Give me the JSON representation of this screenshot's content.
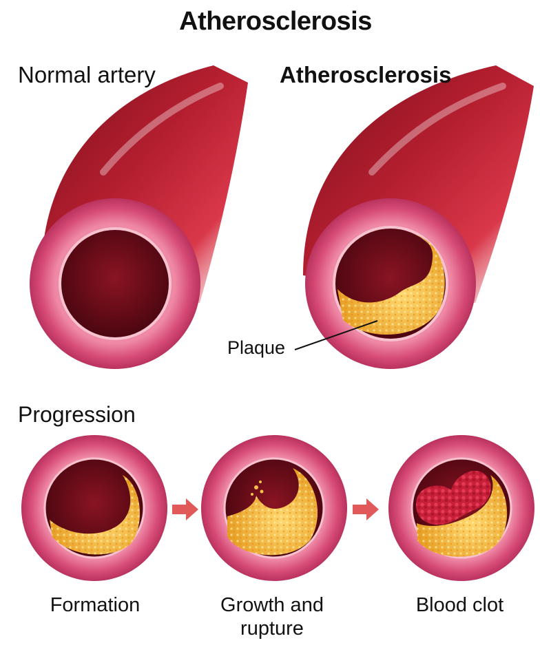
{
  "title": "Atherosclerosis",
  "panels": {
    "normal": {
      "label": "Normal artery"
    },
    "diseased": {
      "label": "Atherosclerosis",
      "callout": "Plaque"
    }
  },
  "progression": {
    "heading": "Progression",
    "stages": [
      "Formation",
      "Growth and rupture",
      "Blood clot"
    ]
  },
  "colors": {
    "vessel_dark": "#8e1422",
    "vessel_mid": "#b11c2c",
    "wall_pink": "#d84f7a",
    "wall_light": "#f28fab",
    "lumen": "#5a0a14",
    "plaque": "#f2b63b",
    "clot": "#c9203a",
    "arrow": "#e05a5a"
  },
  "icons": [
    "arrow-right-icon",
    "arrow-right-icon"
  ]
}
